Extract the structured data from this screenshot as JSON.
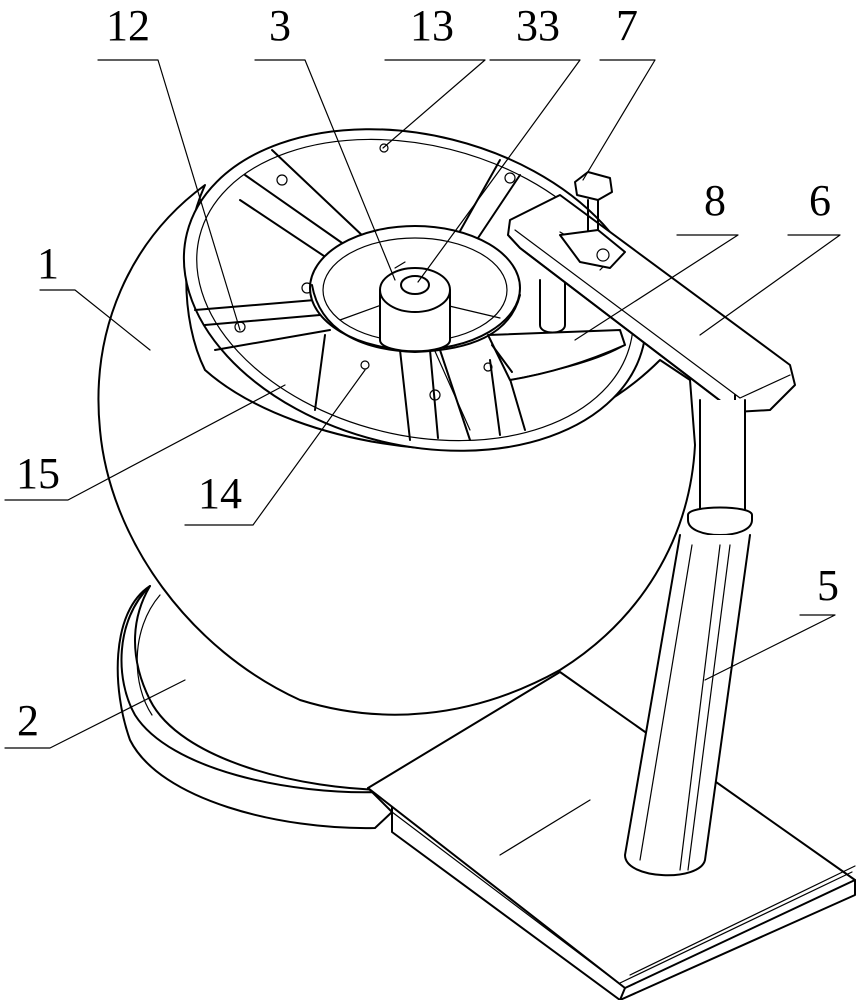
{
  "labels": {
    "l1": "1",
    "l2": "2",
    "l3": "3",
    "l5": "5",
    "l6": "6",
    "l7": "7",
    "l8": "8",
    "l12": "12",
    "l13": "13",
    "l14": "14",
    "l15": "15",
    "l33": "33"
  },
  "colors": {
    "line": "#000000",
    "background": "#ffffff"
  }
}
